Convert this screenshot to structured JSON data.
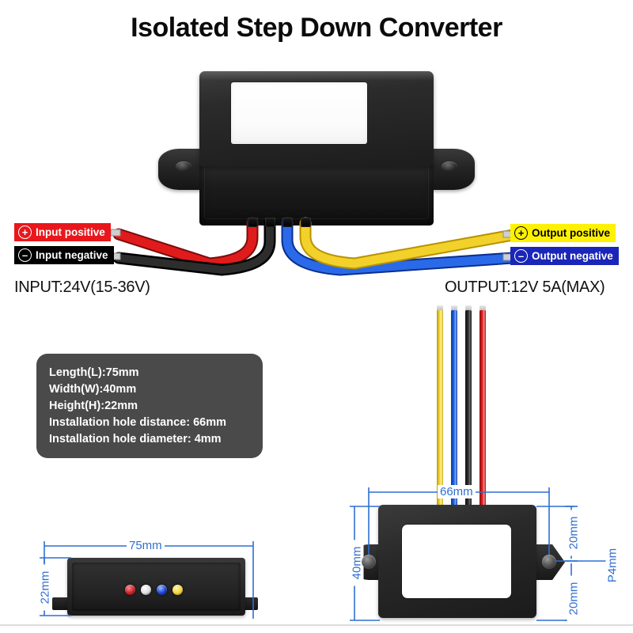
{
  "title": "Isolated Step Down Converter",
  "labels": {
    "input_positive": {
      "text": "Input positive",
      "symbol": "+",
      "bg": "#e8171b",
      "fg": "#ffffff"
    },
    "input_negative": {
      "text": "Input negative",
      "symbol": "–",
      "bg": "#000000",
      "fg": "#ffffff"
    },
    "output_positive": {
      "text": "Output positive",
      "symbol": "+",
      "bg": "#fff200",
      "fg": "#000000"
    },
    "output_negative": {
      "text": "Output negative",
      "symbol": "–",
      "bg": "#1a26b8",
      "fg": "#ffffff"
    }
  },
  "specs": {
    "input": "INPUT:24V(15-36V)",
    "output": "OUTPUT:12V 5A(MAX)"
  },
  "dimensions_card": {
    "lines": [
      "Length(L):75mm",
      "Width(W):40mm",
      "Height(H):22mm",
      "Installation hole distance:  66mm",
      "Installation hole diameter:  4mm"
    ]
  },
  "side_view": {
    "width_label": "75mm",
    "height_label": "22mm",
    "wire_dots": [
      "#c8202a",
      "#f2f2f2",
      "#1b3fd0",
      "#f2d33a"
    ]
  },
  "top_view": {
    "hole_distance_label": "66mm",
    "width_label": "40mm",
    "edge_top_label": "20mm",
    "edge_bottom_label": "20mm",
    "hole_diameter_label": "Р4mm",
    "wire_colors": [
      "#f6d932",
      "#1b5fe0",
      "#2b2b2b",
      "#e02020"
    ]
  },
  "hero": {
    "wire_colors": [
      "#e01b1b",
      "#1b1b1b",
      "#1a5fe0",
      "#f2d22a"
    ]
  },
  "accent": {
    "dimension_blue": "#2f6fd0",
    "body_dark": "#262626",
    "card_gray": "#4a4a4a"
  }
}
